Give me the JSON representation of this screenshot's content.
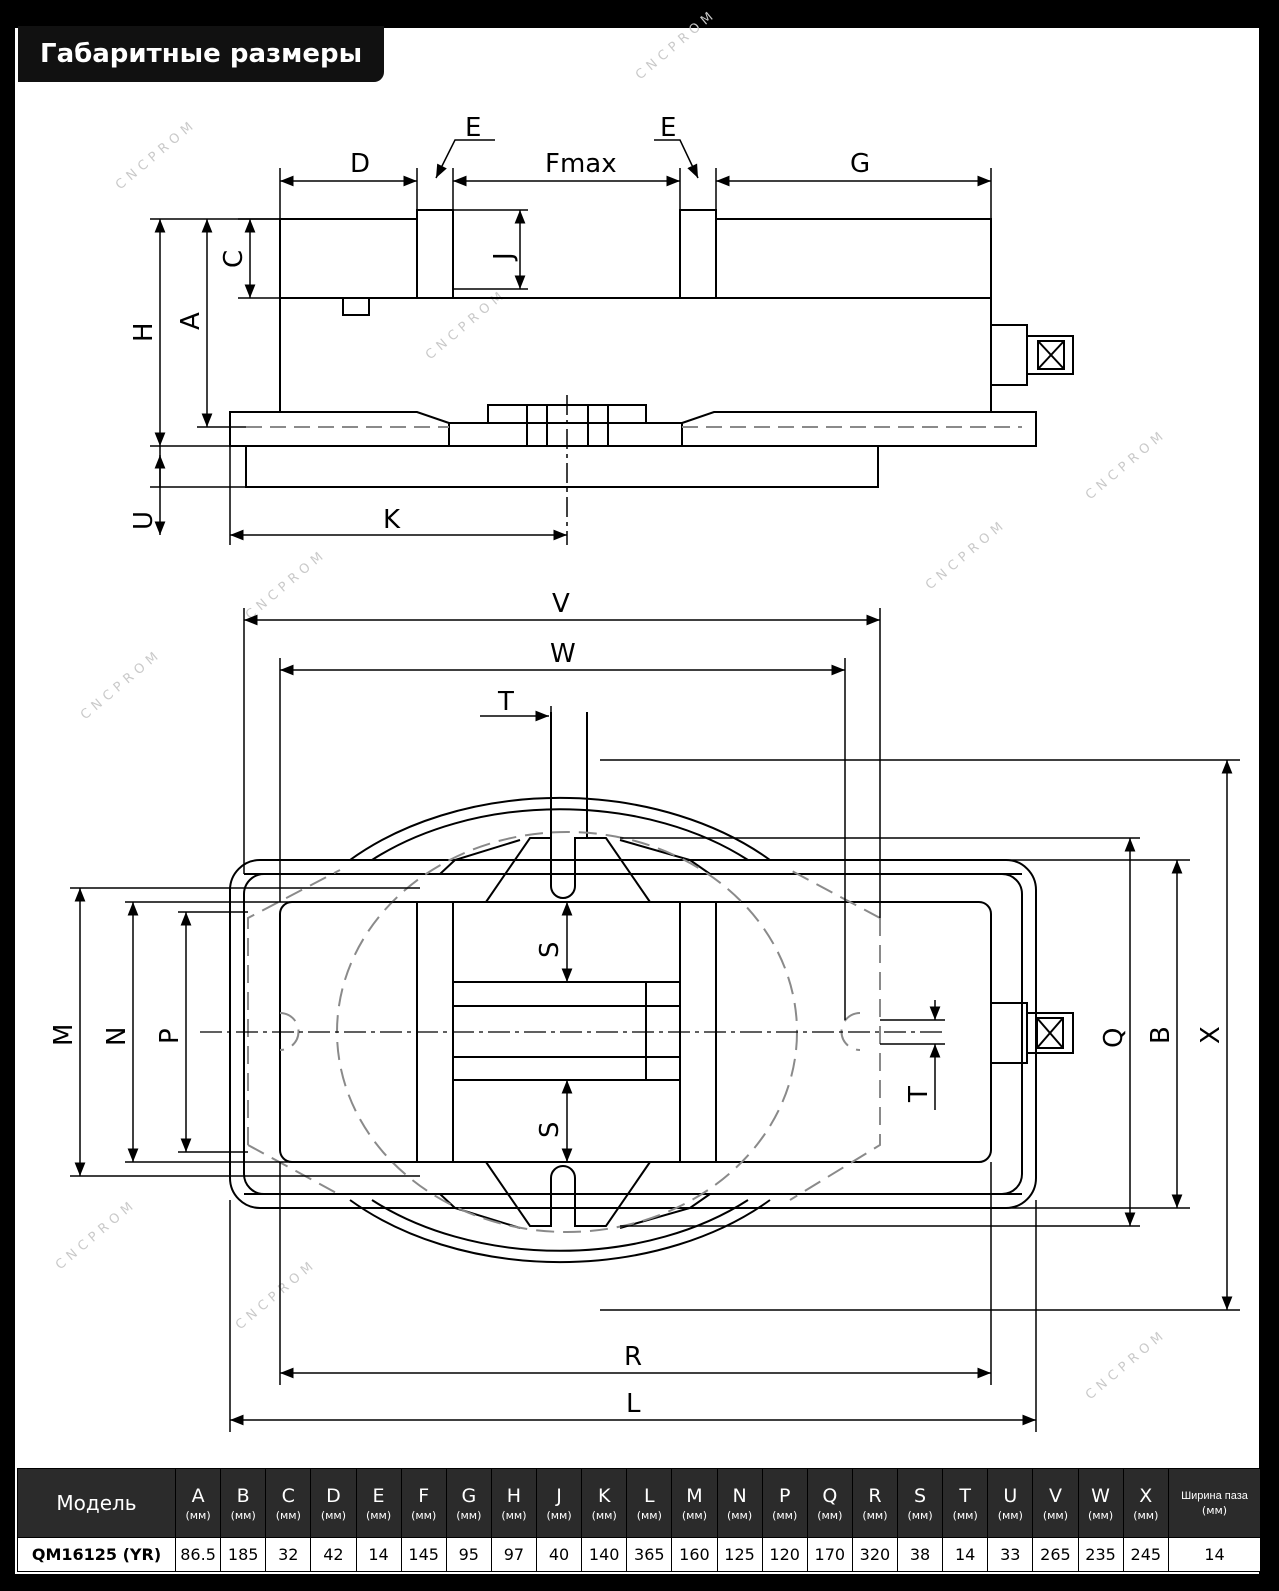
{
  "title": "Габаритные размеры",
  "watermark": "CNCPROM",
  "drawing": {
    "side_view_labels": [
      "D",
      "E",
      "Fmax",
      "E",
      "G",
      "C",
      "J",
      "A",
      "H",
      "U",
      "K"
    ],
    "top_view_labels": [
      "V",
      "W",
      "T",
      "S",
      "S",
      "M",
      "N",
      "P",
      "T",
      "Q",
      "B",
      "X",
      "R",
      "L"
    ]
  },
  "table": {
    "model_header": "Модель",
    "unit": "(мм)",
    "columns": [
      "A",
      "B",
      "C",
      "D",
      "E",
      "F",
      "G",
      "H",
      "J",
      "K",
      "L",
      "M",
      "N",
      "P",
      "Q",
      "R",
      "S",
      "T",
      "U",
      "V",
      "W",
      "X"
    ],
    "slot_header": "Ширина паза",
    "slot_unit": "(мм)",
    "rows": [
      {
        "model": "QM16125 (YR)",
        "values": [
          "86.5",
          "185",
          "32",
          "42",
          "14",
          "145",
          "95",
          "97",
          "40",
          "140",
          "365",
          "160",
          "125",
          "120",
          "170",
          "320",
          "38",
          "14",
          "33",
          "265",
          "235",
          "245"
        ],
        "slot": "14"
      }
    ]
  },
  "colors": {
    "line": "#000000",
    "hidden_line": "#8a8a8a",
    "header_bg": "#2b2b2b",
    "frame_bg": "#000000"
  }
}
